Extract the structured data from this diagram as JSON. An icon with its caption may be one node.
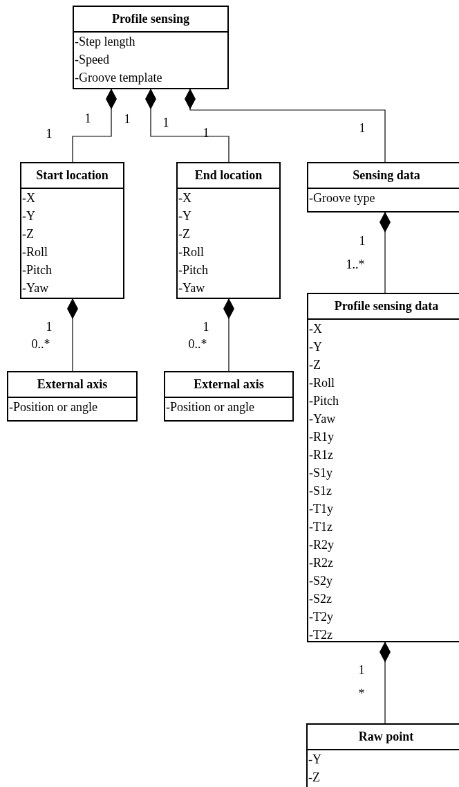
{
  "diagram": {
    "nodes": [
      {
        "text": [
          "Profile sensing",
          "-Step length",
          "-Speed",
          "-Groove template"
        ]
      },
      {
        "text": [
          "Start location",
          "-X",
          "-Y",
          "-Z",
          "-Roll",
          "-Pitch",
          "-Yaw"
        ]
      },
      {
        "text": [
          "End location",
          "-X",
          "-Y",
          "-Z",
          "-Roll",
          "-Pitch",
          "-Yaw"
        ]
      },
      {
        "text": [
          "Sensing data",
          "-Groove type"
        ]
      },
      {
        "text": [
          "External axis",
          "-Position or angle"
        ]
      },
      {
        "text": [
          "External axis",
          "-Position or angle"
        ]
      },
      {
        "text": [
          "Profile sensing data",
          "-X",
          "-Y",
          "-Z",
          "-Roll",
          "-Pitch",
          "-Yaw",
          "-R1y",
          "-R1z",
          "-S1y",
          "-S1z",
          "-T1y",
          "-T1z",
          "-R2y",
          "-R2z",
          "-S2y",
          "-S2z",
          "-T2y",
          "-T2z"
        ]
      },
      {
        "text": [
          "Raw point",
          "-Y",
          "-Z"
        ]
      }
    ],
    "edges": [
      {
        "from": 0,
        "to": 1,
        "arrow": "other"
      },
      {
        "from": 0,
        "to": 2,
        "arrow": "other"
      },
      {
        "from": 0,
        "to": 3,
        "arrow": "other"
      },
      {
        "from": 1,
        "to": 4,
        "arrow": "other"
      },
      {
        "from": 2,
        "to": 5,
        "arrow": "other"
      },
      {
        "from": 3,
        "to": 6,
        "arrow": "other"
      },
      {
        "from": 6,
        "to": 7,
        "arrow": "other"
      }
    ],
    "labels": [
      "1",
      "1",
      "1",
      "1",
      "1",
      "1",
      "1",
      "1..*",
      "1",
      "0..*",
      "1",
      "0..*",
      "1",
      "*"
    ]
  }
}
